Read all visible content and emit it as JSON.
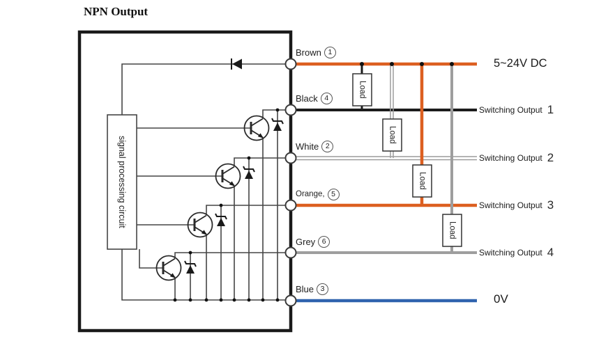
{
  "title": "NPN Output",
  "signal_box_label": "signal processing circuit",
  "load_label": "Load",
  "colors": {
    "brown_wire": "#dc5f20",
    "black_wire": "#1c1c1c",
    "white_wire_edge": "#9c9c9c",
    "orange_wire": "#dc5f20",
    "grey_wire": "#9e9e9e",
    "blue_wire": "#2f63ae",
    "circuit_line": "#454545"
  },
  "wires": [
    {
      "label": "Brown",
      "pin": "1"
    },
    {
      "label": "Black",
      "pin": "4"
    },
    {
      "label": "White",
      "pin": "2"
    },
    {
      "label": "Orange,",
      "pin": "5"
    },
    {
      "label": "Grey",
      "pin": "6"
    },
    {
      "label": "Blue",
      "pin": "3"
    }
  ],
  "right_labels": {
    "power": "5~24V DC",
    "outputs": [
      {
        "text": "Switching Output",
        "num": "1"
      },
      {
        "text": "Switching Output",
        "num": "2"
      },
      {
        "text": "Switching Output",
        "num": "3"
      },
      {
        "text": "Switching Output",
        "num": "4"
      }
    ],
    "ground": "0V"
  }
}
